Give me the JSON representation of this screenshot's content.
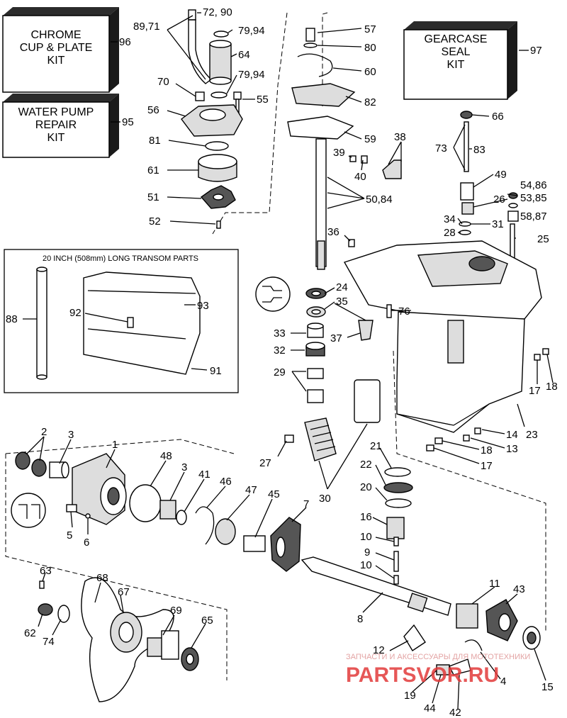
{
  "kits": {
    "chrome": {
      "line1": "CHROME",
      "line2": "CUP & PLATE",
      "line3": "KIT",
      "ref": "96"
    },
    "waterpump": {
      "line1": "WATER PUMP",
      "line2": "REPAIR",
      "line3": "KIT",
      "ref": "95"
    },
    "gearcase": {
      "line1": "GEARCASE",
      "line2": "SEAL",
      "line3": "KIT",
      "ref": "97"
    }
  },
  "transom": {
    "title": "20 INCH (508mm) LONG TRANSOM PARTS"
  },
  "labels": {
    "l72": "72, 90",
    "l8971": "89,71",
    "l7994a": "79,94",
    "l64": "64",
    "l7994b": "79,94",
    "l70": "70",
    "l55": "55",
    "l56": "56",
    "l81": "81",
    "l61": "61",
    "l51": "51",
    "l52": "52",
    "l57": "57",
    "l80": "80",
    "l60": "60",
    "l82": "82",
    "l59": "59",
    "l38": "38",
    "l39": "39",
    "l40": "40",
    "l5084": "50,84",
    "l36": "36",
    "l66": "66",
    "l73": "73",
    "l83": "83",
    "l49": "49",
    "l5486": "54,86",
    "l26": "26",
    "l5385": "53,85",
    "l5887": "58,87",
    "l34": "34",
    "l31": "31",
    "l28": "28",
    "l25": "25",
    "l88": "88",
    "l92": "92",
    "l93": "93",
    "l91": "91",
    "l24": "24",
    "l35": "35",
    "l76": "76",
    "l33": "33",
    "l37": "37",
    "l32": "32",
    "l29": "29",
    "l17a": "17",
    "l18a": "18",
    "l14": "14",
    "l23": "23",
    "l13": "13",
    "l18b": "18",
    "l17b": "17",
    "l27": "27",
    "l21": "21",
    "l22": "22",
    "l20": "20",
    "l30": "30",
    "l2": "2",
    "l3a": "3",
    "l1": "1",
    "l48": "48",
    "l3b": "3",
    "l41": "41",
    "l46": "46",
    "l47": "47",
    "l45": "45",
    "l7": "7",
    "l5": "5",
    "l6": "6",
    "l16": "16",
    "l10a": "10",
    "l9": "9",
    "l10b": "10",
    "l63": "63",
    "l68": "68",
    "l67": "67",
    "l69": "69",
    "l65": "65",
    "l62": "62",
    "l74": "74",
    "l8": "8",
    "l11": "11",
    "l43": "43",
    "l12": "12",
    "l4": "4",
    "l15": "15",
    "l19": "19",
    "l44": "44",
    "l42": "42"
  },
  "watermark": {
    "line1": "ЗАПЧАСТИ И АКСЕССУАРЫ ДЛЯ МОТОТЕХНИКИ",
    "line2": "PARTSVOR.RU"
  }
}
